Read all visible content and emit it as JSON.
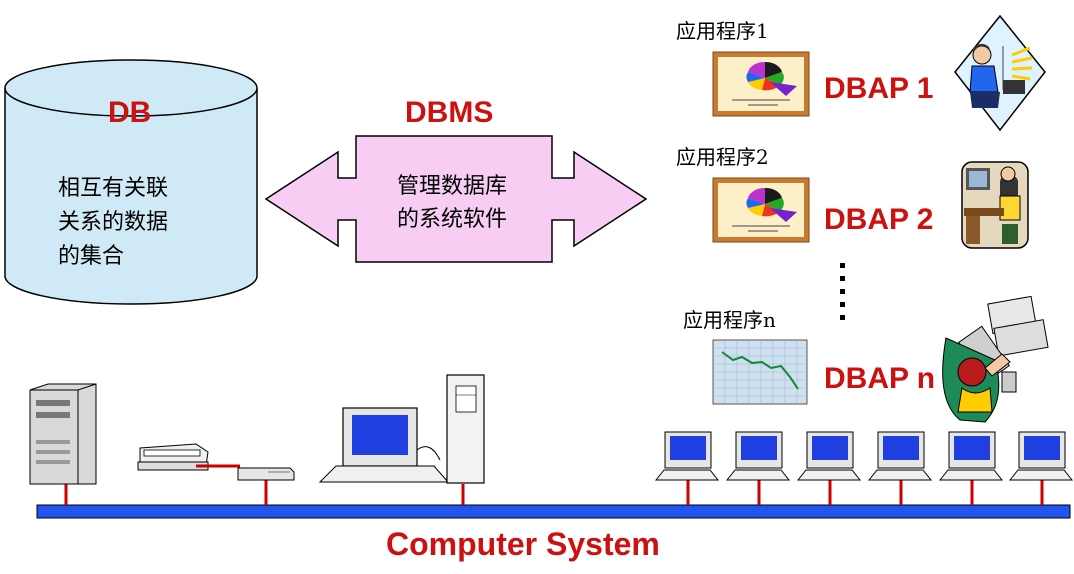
{
  "db": {
    "title": "DB",
    "desc_line1": "相互有关联",
    "desc_line2": "关系的数据",
    "desc_line3": "的集合"
  },
  "dbms": {
    "title": "DBMS",
    "desc_line1": "管理数据库",
    "desc_line2": "的系统软件"
  },
  "apps": [
    {
      "label": "应用程序1",
      "dbap": "DBAP 1"
    },
    {
      "label": "应用程序2",
      "dbap": "DBAP 2"
    },
    {
      "label": "应用程序n",
      "dbap": "DBAP n"
    }
  ],
  "footer": {
    "title": "Computer System"
  },
  "colors": {
    "title_red": "#cc1111",
    "cylinder_fill": "#cfeaf6",
    "arrow_fill": "#f7cdf4",
    "bus_blue": "#2255ee",
    "drop_red": "#cc0000",
    "screen_blue": "#1f3fe0",
    "easel_frame": "#c87b2f",
    "easel_inner": "#fdf0c8"
  },
  "icons": [
    "database-cylinder",
    "double-arrow",
    "pie-chart-easel",
    "line-chart-easel",
    "person-at-desk",
    "server-tower",
    "scanner",
    "hub",
    "desktop-computer",
    "network-terminal"
  ]
}
